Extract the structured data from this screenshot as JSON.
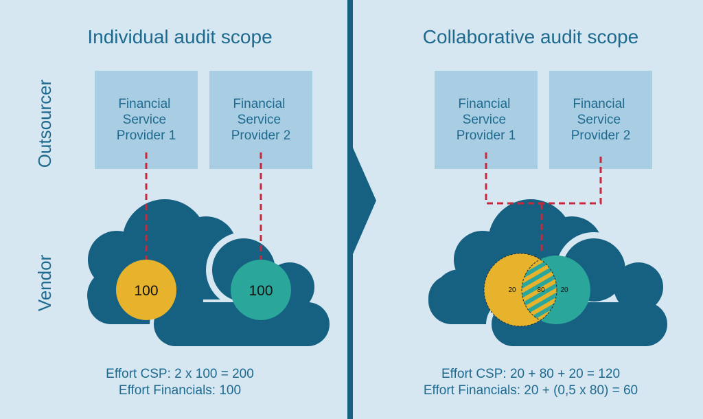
{
  "left": {
    "title": "Individual audit scope",
    "provider1": [
      "Financial",
      "Service",
      "Provider 1"
    ],
    "provider2": [
      "Financial",
      "Service",
      "Provider 2"
    ],
    "circle1_value": "100",
    "circle2_value": "100",
    "effort_csp": "Effort CSP: 2 x 100 = 200",
    "effort_financials": "Effort Financials: 100"
  },
  "right": {
    "title": "Collaborative audit scope",
    "provider1": [
      "Financial",
      "Service",
      "Provider 1"
    ],
    "provider2": [
      "Financial",
      "Service",
      "Provider 2"
    ],
    "left_value": "20",
    "overlap_value": "80",
    "right_value": "20",
    "effort_csp": "Effort CSP: 20 + 80 + 20 = 120",
    "effort_financials": "Effort Financials: 20 + (0,5 x 80) = 60"
  },
  "rows": {
    "top": "Outsourcer",
    "bottom": "Vendor"
  },
  "colors": {
    "background": "#d6e7f2",
    "box": "#a9cde3",
    "cloud": "#166082",
    "text": "#1d6a8e",
    "dash": "#c8283c",
    "yellow": "#e8b32c",
    "teal": "#2aa69a"
  }
}
